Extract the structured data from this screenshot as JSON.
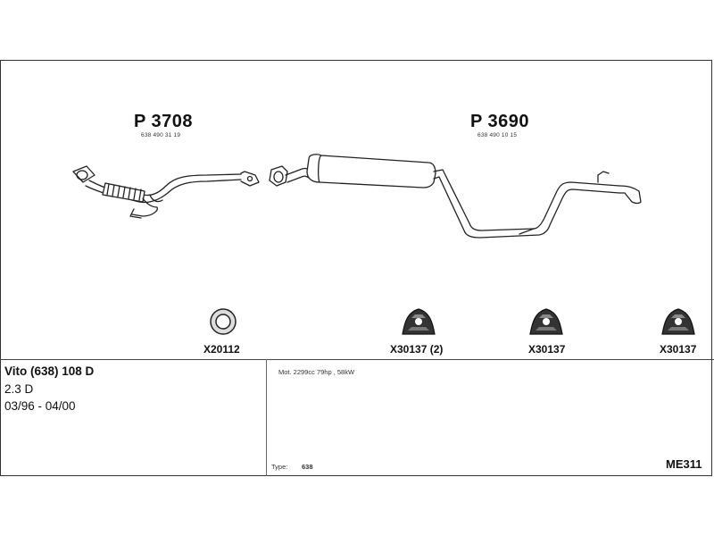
{
  "parts": {
    "front_pipe": {
      "code": "P 3708",
      "oem": "638 490 31 19"
    },
    "rear_silencer": {
      "code": "P 3690",
      "oem": "638 490 10 15"
    }
  },
  "fittings": [
    {
      "code": "X20112",
      "icon": "gasket-ring-icon"
    },
    {
      "code": "X30137 (2)",
      "icon": "rubber-mount-icon"
    },
    {
      "code": "X30137",
      "icon": "rubber-mount-icon"
    },
    {
      "code": "X30137",
      "icon": "rubber-mount-icon"
    }
  ],
  "vehicle": {
    "model": "Vito (638) 108 D",
    "engine": "2.3 D",
    "years": "03/96 - 04/00"
  },
  "specs": {
    "motor": "Mot. 2299cc 79hp , 58kW",
    "type_label": "Type:",
    "type_value": "638",
    "reference": "ME311"
  }
}
